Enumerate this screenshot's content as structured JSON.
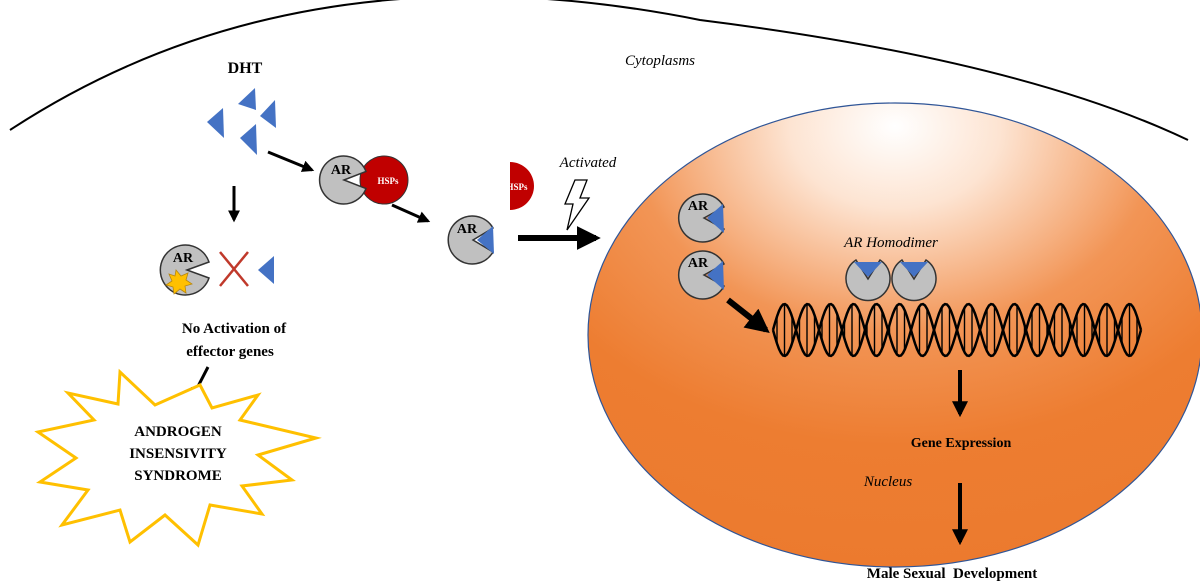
{
  "labels": {
    "cytoplasm": "Cytoplasms",
    "dht": "DHT",
    "activated": "Activated",
    "ar_homodimer": "AR Homodimer",
    "nucleus": "Nucleus",
    "gene_expression": "Gene Expression",
    "male_development": "Male Sexual  Development",
    "no_activation_line1": "No Activation of",
    "no_activation_line2": "effector genes",
    "ais_line1": "ANDROGEN",
    "ais_line2": "INSENSIVITY",
    "ais_line3": "SYNDROME"
  },
  "receptor": {
    "ar_label": "AR",
    "hsp_label": "HSPs"
  },
  "colors": {
    "ligand_blue": "#4472c4",
    "receptor_gray": "#c0c0c0",
    "hsp_red": "#c00000",
    "nucleus_orange": "#ed7d31",
    "burst_yellow": "#ffc000",
    "cross_red": "#c0392b",
    "nucleus_border": "#2f5597"
  },
  "icons": [
    "lightning-bolt-icon",
    "mutation-star-icon",
    "cross-mark-icon"
  ]
}
